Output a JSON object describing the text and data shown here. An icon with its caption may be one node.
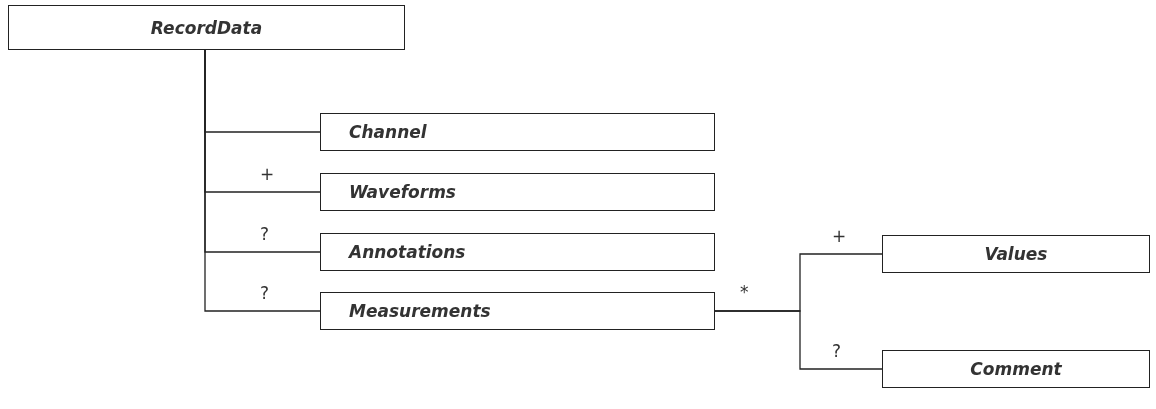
{
  "diagram": {
    "nodes": [
      {
        "text": [
          "RecordData"
        ]
      },
      {
        "text": [
          "Channel"
        ]
      },
      {
        "text": [
          "Waveforms"
        ]
      },
      {
        "text": [
          "Annotations"
        ]
      },
      {
        "text": [
          "Measurements"
        ]
      },
      {
        "text": [
          "Values"
        ]
      },
      {
        "text": [
          "Comment"
        ]
      }
    ],
    "edges": [
      {
        "from": 0,
        "to": 1,
        "arrow": "none"
      },
      {
        "from": 0,
        "to": 2,
        "arrow": "none",
        "label": "+"
      },
      {
        "from": 0,
        "to": 3,
        "arrow": "none",
        "label": "?"
      },
      {
        "from": 0,
        "to": 4,
        "arrow": "none",
        "label": "?"
      },
      {
        "from": 4,
        "to": 5,
        "arrow": "none",
        "label": "+"
      },
      {
        "from": 4,
        "to": 6,
        "arrow": "none",
        "label": "?"
      }
    ],
    "labels": [
      "*"
    ]
  }
}
